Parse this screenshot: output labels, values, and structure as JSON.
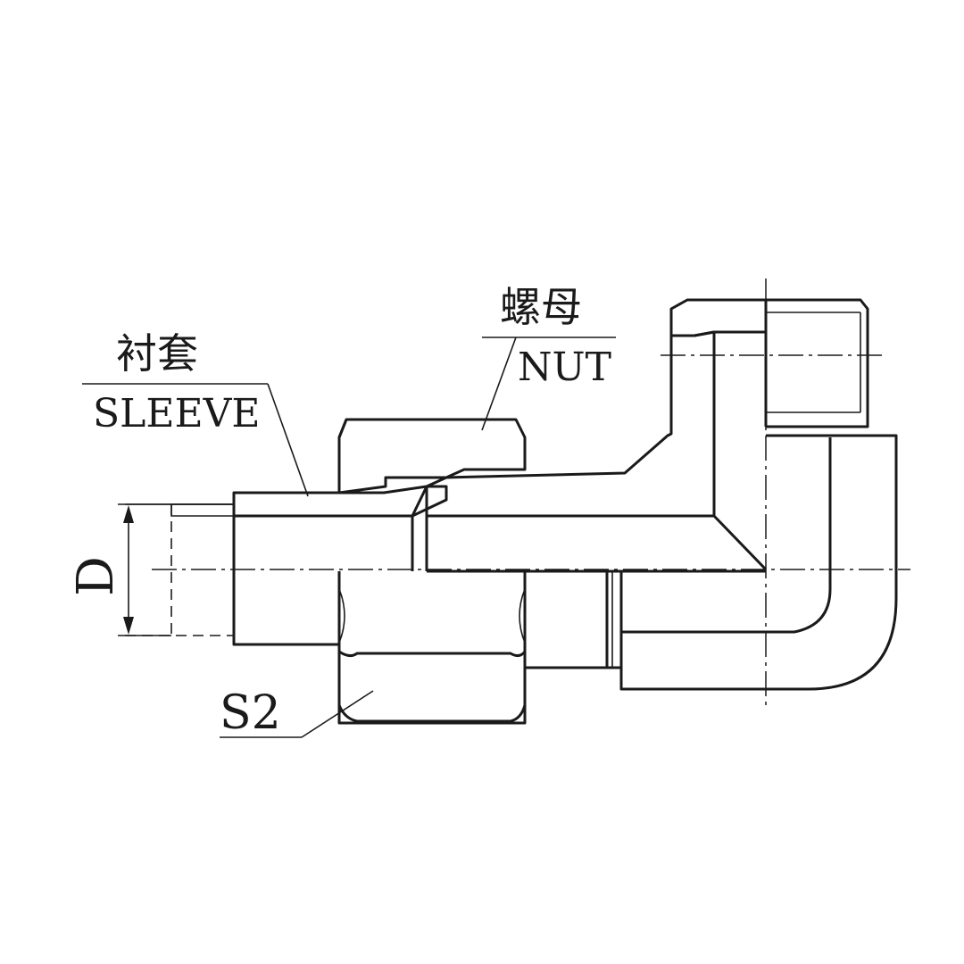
{
  "labels": {
    "sleeve_cn": "衬套",
    "sleeve_en": "SLEEVE",
    "nut_cn": "螺母",
    "nut_en": "NUT",
    "s2": "S2",
    "d": "D"
  },
  "colors": {
    "ink": "#1a1a1a",
    "background": "#ffffff"
  }
}
